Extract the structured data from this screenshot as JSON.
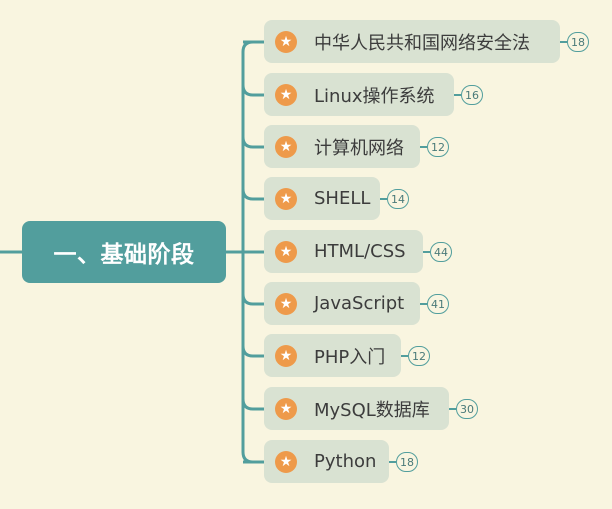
{
  "root": {
    "label": "一、基础阶段"
  },
  "children": [
    {
      "label": "中华人民共和国网络安全法",
      "count": "18"
    },
    {
      "label": "Linux操作系统",
      "count": "16"
    },
    {
      "label": "计算机网络",
      "count": "12"
    },
    {
      "label": "SHELL",
      "count": "14"
    },
    {
      "label": "HTML/CSS",
      "count": "44"
    },
    {
      "label": "JavaScript",
      "count": "41"
    },
    {
      "label": "PHP入门",
      "count": "12"
    },
    {
      "label": "MySQL数据库",
      "count": "30"
    },
    {
      "label": "Python",
      "count": "18"
    }
  ],
  "colors": {
    "background": "#f9f5e0",
    "root_fill": "#529e9d",
    "child_fill": "#d9e2d2",
    "connector": "#529e9d",
    "star": "#ee9a4a"
  },
  "icons": {
    "child_marker": "star-icon"
  }
}
